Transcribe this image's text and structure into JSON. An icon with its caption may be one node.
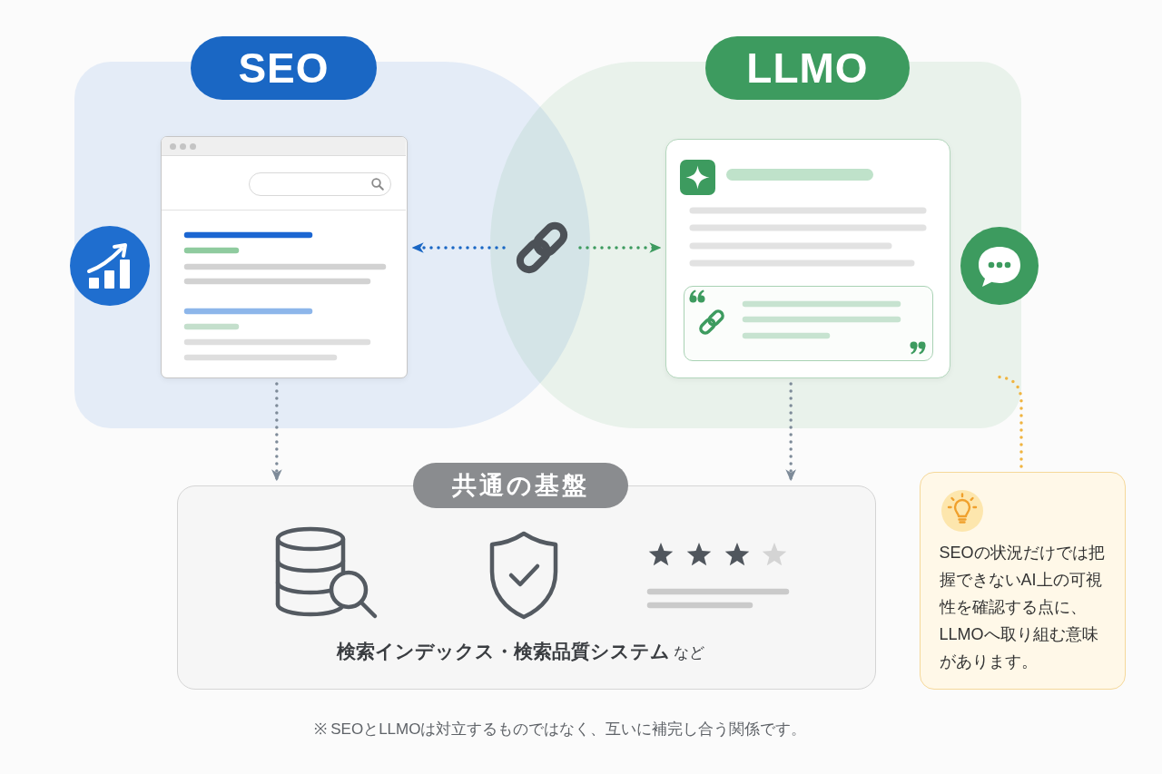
{
  "diagram": {
    "caption": "※ SEOとLLMOは対立するものではなく、互いに補完し合う関係です。",
    "nodes": [
      {
        "text": [
          "SEO"
        ]
      },
      {
        "text": [],
        "shape": "picture",
        "in": 0
      },
      {
        "text": [
          "LLMO"
        ]
      },
      {
        "text": [],
        "shape": "picture",
        "in": 2
      },
      {
        "text": [],
        "shape": "picture"
      },
      {
        "text": [
          "共通の基盤",
          "**検索インデックス・検索品質システム** など"
        ]
      },
      {
        "text": [
          "SEOの状況だけでは把握できないAI上の可視性を確認する点に、LLMOへ取り組む意味があります。"
        ]
      }
    ],
    "edges": [
      {
        "from": 4,
        "to": 1,
        "arrow": "to",
        "style": "dashed",
        "color": "#1a67c4"
      },
      {
        "from": 4,
        "to": 3,
        "arrow": "to",
        "style": "dashed",
        "color": "#3d9b5f"
      },
      {
        "from": 1,
        "to": 5,
        "arrow": "to",
        "style": "dashed"
      },
      {
        "from": 3,
        "to": 5,
        "arrow": "to",
        "style": "dashed"
      },
      {
        "from": 6,
        "to": 2,
        "arrow": "none",
        "style": "dashed",
        "color": "#f0b440"
      }
    ]
  }
}
